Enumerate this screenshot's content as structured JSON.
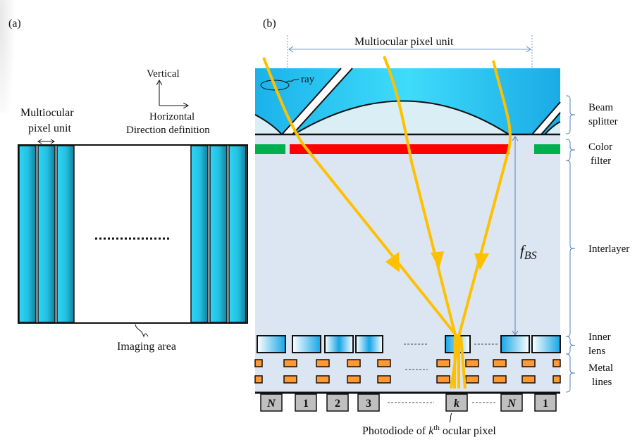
{
  "panel_a": {
    "label": "(a)",
    "unit_label_line1": "Multiocular",
    "unit_label_line2": "pixel unit",
    "direction": {
      "vertical": "Vertical",
      "horizontal": "Horizontal",
      "caption": "Direction definition"
    },
    "imaging_area_label": "Imaging area",
    "left_columns": 3,
    "right_columns": 3,
    "ellipsis": "..................."
  },
  "panel_b": {
    "label": "(b)",
    "unit_span_label": "Multiocular pixel unit",
    "ray_label": "ray",
    "focal_label_main": "f",
    "focal_label_sub": "BS",
    "layers": [
      {
        "line1": "Beam",
        "line2": "splitter"
      },
      {
        "line1": "Color",
        "line2": "filter"
      },
      {
        "line1": "Interlayer",
        "line2": ""
      },
      {
        "line1": "Inner",
        "line2": "lens"
      },
      {
        "line1": "Metal",
        "line2": "lines"
      }
    ],
    "photodiodes": [
      "N",
      "1",
      "2",
      "3",
      "k",
      "N",
      "1"
    ],
    "photodiode_caption_prefix": "Photodiode of ",
    "photodiode_caption_k": "k",
    "photodiode_caption_sup": "th",
    "photodiode_caption_suffix": " ocular pixel",
    "colors": {
      "ray": "#FFC000",
      "filter_red": "#FF0000",
      "filter_green": "#00B050",
      "metal": "#FF9933",
      "interlayer": "#DCE6F2",
      "splitter_blue": "#29C5F6",
      "photodiode": "#BFBFBF",
      "annotation": "#4F81BD"
    }
  }
}
